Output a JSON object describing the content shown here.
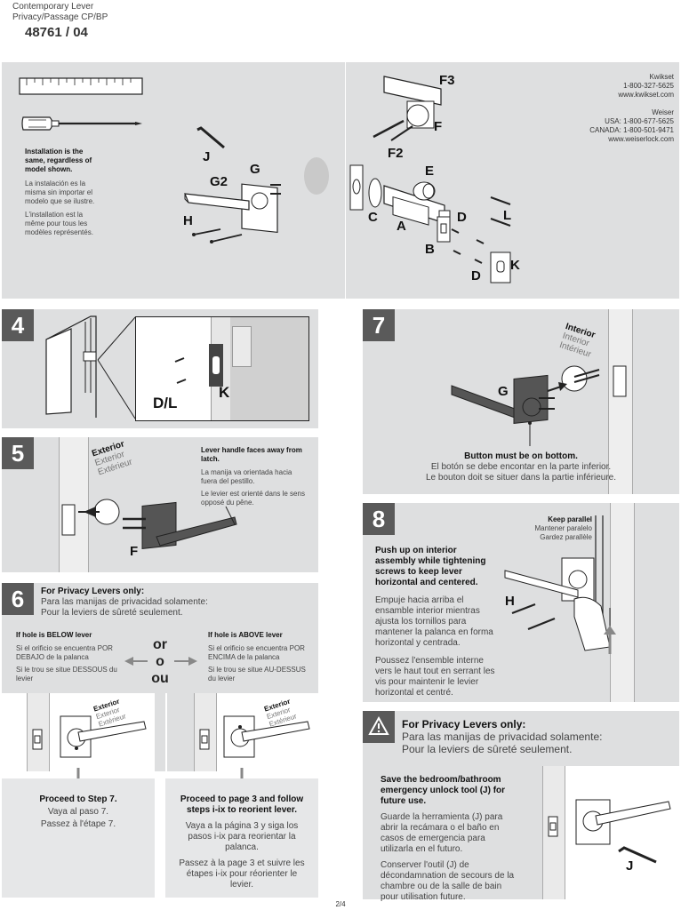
{
  "header": {
    "product_line1": "Contemporary Lever",
    "product_line2": "Privacy/Passage CP/BP",
    "model": "48761 / 04"
  },
  "parts": {
    "install_note_en": "Installation is the same, regardless of model shown.",
    "install_note_es": "La instalación es la misma sin importar el modelo que se ilustre.",
    "install_note_fr": "L'installation est la même pour tous les modèles représentés.",
    "labels": {
      "J": "J",
      "G2": "G2",
      "G": "G",
      "H": "H",
      "F3": "F3",
      "F": "F",
      "F2": "F2",
      "E": "E",
      "C": "C",
      "A": "A",
      "D": "D",
      "B": "B",
      "L": "L",
      "K": "K",
      "D2": "D"
    },
    "contact": {
      "kwikset_name": "Kwikset",
      "kwikset_phone": "1-800-327-5625",
      "kwikset_web": "www.kwikset.com",
      "weiser_name": "Weiser",
      "weiser_usa": "USA: 1-800-677-5625",
      "weiser_canada": "CANADA: 1-800-501-9471",
      "weiser_web": "www.weiserlock.com"
    }
  },
  "step4": {
    "number": "4",
    "label": "D/L",
    "label_k": "K"
  },
  "step5": {
    "number": "5",
    "note_en": "Lever handle faces away from latch.",
    "note_es": "La manija va orientada hacia fuera del pestillo.",
    "note_fr": "Le levier est orienté dans le sens opposé du pêne.",
    "side_en": "Exterior",
    "side_es": "Exterior",
    "side_fr": "Extérieur",
    "label_f": "F"
  },
  "step6": {
    "number": "6",
    "title_en": "For Privacy Levers only:",
    "title_es": "Para las manijas de privacidad solamente:",
    "title_fr": "Pour la leviers de sûreté seulement.",
    "below_en": "If hole is BELOW lever",
    "below_es": "Si el orificio se encuentra POR DEBAJO de la palanca",
    "below_fr": "Si le trou se situe DESSOUS du levier",
    "above_en": "If hole is ABOVE lever",
    "above_es": "Si el orificio se encuentra POR ENCIMA de la palanca",
    "above_fr": "Si le trou se situe AU-DESSUS du levier",
    "or_en": "or",
    "or_es": "o",
    "or_fr": "ou",
    "side_en": "Exterior",
    "side_es": "Exterior",
    "side_fr": "Extérieur",
    "proceed7_en": "Proceed to Step 7.",
    "proceed7_es": "Vaya al paso 7.",
    "proceed7_fr": "Passez à l'étape 7.",
    "proceed3_en": "Proceed to page 3 and follow steps i-ix to reorient lever.",
    "proceed3_es": "Vaya a la página 3 y siga los pasos i-ix para reorientar la palanca.",
    "proceed3_fr": "Passez à la page 3 et suivre les étapes i-ix pour réorienter le levier."
  },
  "step7": {
    "number": "7",
    "side_en": "Interior",
    "side_es": "Interior",
    "side_fr": "Intérieur",
    "note_en": "Button must be on bottom.",
    "note_es": "El botón se debe encontar en la parte inferior.",
    "note_fr": "Le bouton doit se situer dans la partie inférieure.",
    "label_g": "G"
  },
  "step8": {
    "number": "8",
    "keep_en": "Keep parallel",
    "keep_es": "Mantener paralelo",
    "keep_fr": "Gardez parallèle",
    "push_en": "Push up on interior assembly while tightening screws to keep lever horizontal and centered.",
    "push_es": "Empuje hacia arriba el ensamble interior mientras ajusta los tornillos para mantener la palanca en forma horizontal y centrada.",
    "push_fr": "Poussez l'ensemble interne vers le haut tout en serrant les vis pour maintenir le levier horizontal et centré.",
    "label_h": "H"
  },
  "privacy": {
    "title_en": "For Privacy Levers only:",
    "title_es": "Para las manijas de privacidad solamente:",
    "title_fr": "Pour la leviers de sûreté seulement.",
    "save_en": "Save the bedroom/bathroom emergency unlock tool (J) for future use.",
    "save_es": "Guarde la herramienta (J) para abrir la recámara o el baño en casos de emergencia para utilizarla en el futuro.",
    "save_fr": "Conserver l'outil (J) de décondamnation de secours de la chambre ou de la salle de bain pour utilisation future.",
    "label_j": "J"
  },
  "footer": {
    "page": "2/4"
  }
}
